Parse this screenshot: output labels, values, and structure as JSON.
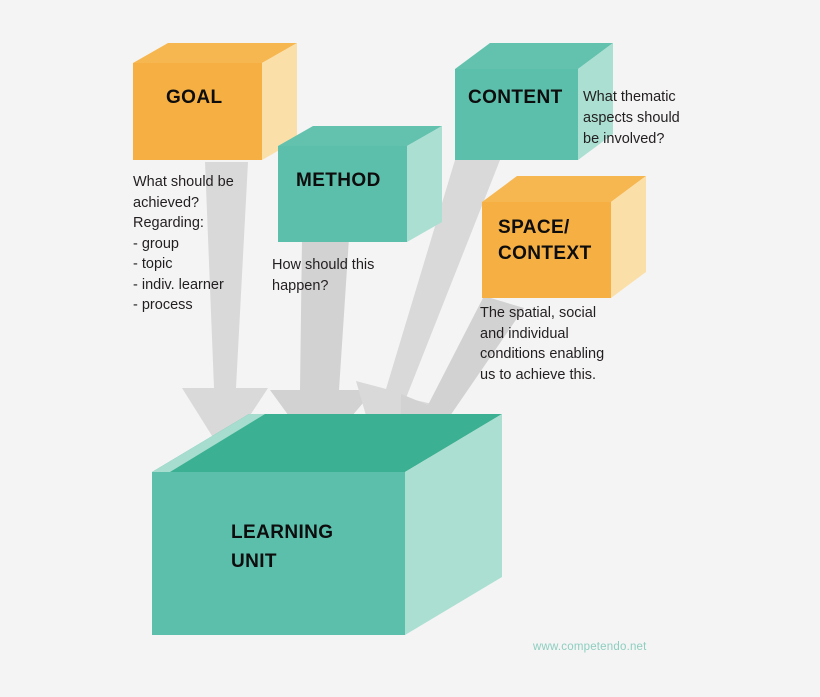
{
  "background_color": "#f4f4f4",
  "palette": {
    "orange_front": "#f5af42",
    "orange_side": "#fbdfa9",
    "orange_top": "#f7b94f",
    "teal_front": "#5cbfac",
    "teal_side": "#aadfd1",
    "teal_top": "#62c2ae",
    "unit_front": "#5cbfac",
    "unit_side": "#abdfd2",
    "unit_rim": "#9bd9c9",
    "unit_inner": "#3cb093",
    "arrow_gray": "#d6d6d6",
    "arrow_gray_light": "#dedede",
    "text_dark": "#231f20",
    "footer_teal": "#8dcec0"
  },
  "blocks": [
    {
      "id": "goal",
      "label": "GOAL",
      "color": "orange",
      "description": "What should be\nachieved?\nRegarding:\n- group\n- topic\n- indiv. learner\n- process"
    },
    {
      "id": "method",
      "label": "METHOD",
      "color": "teal",
      "description": "How should this\nhappen?"
    },
    {
      "id": "content",
      "label": "CONTENT",
      "color": "teal",
      "description": "What thematic\naspects should\nbe involved?"
    },
    {
      "id": "space-context",
      "label": "SPACE/\nCONTEXT",
      "color": "orange",
      "description": "The spatial, social\nand individual\nconditions enabling\nus to achieve this."
    }
  ],
  "result": {
    "id": "learning-unit",
    "label": "LEARNING\nUNIT"
  },
  "arrows": {
    "count": 4,
    "direction": "down-into-box",
    "color": "#d6d6d6"
  },
  "footer": {
    "url": "www.competendo.net"
  }
}
